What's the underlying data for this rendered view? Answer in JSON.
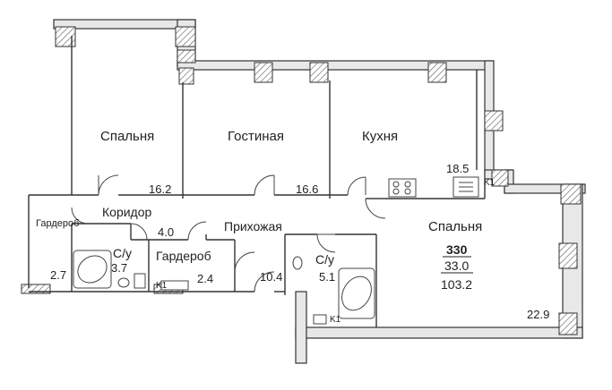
{
  "rooms": {
    "bedroom_left": {
      "name": "Спальня",
      "area": "16.2"
    },
    "living": {
      "name": "Гостиная",
      "area": "16.6"
    },
    "kitchen": {
      "name": "Кухня",
      "area": "18.5"
    },
    "bedroom_right": {
      "name": "Спальня",
      "area": "22.9"
    },
    "corridor": {
      "name": "Коридор",
      "area": "4.0"
    },
    "hall": {
      "name": "Прихожая",
      "area": "10.4"
    },
    "closet_left": {
      "name": "Гардероб",
      "area": "2.7"
    },
    "closet_mid": {
      "name": "Гардероб",
      "area": "2.4"
    },
    "bath_left": {
      "name": "С/у",
      "area": "3.7"
    },
    "bath_right": {
      "name": "С/у",
      "area": "5.1"
    }
  },
  "markers": {
    "k1_kitchen": "K1",
    "k1_closet": "K1",
    "k1_bath": "K1"
  },
  "summary": {
    "number": "330",
    "living_area": "33.0",
    "total_area": "103.2"
  }
}
